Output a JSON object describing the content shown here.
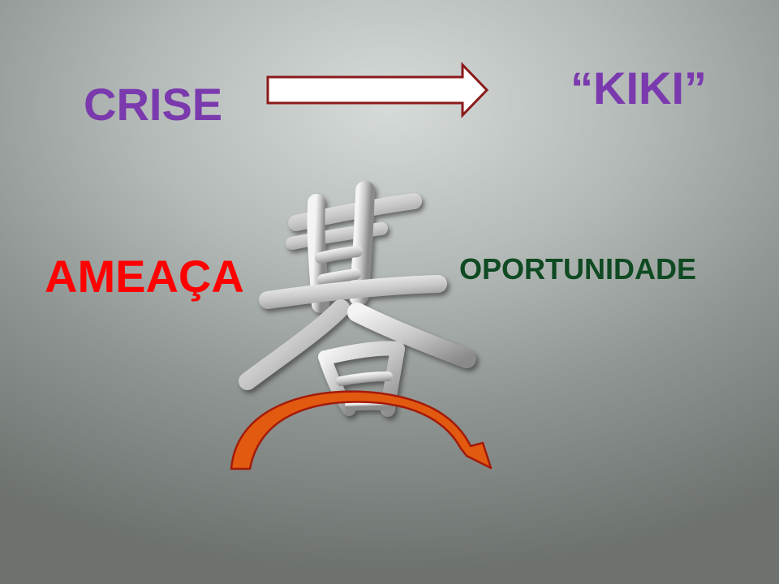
{
  "diagram": {
    "crise": "CRISE",
    "kiki": "“KIKI”",
    "ameaca": "AMEAÇA",
    "oportunidade": "OPORTUNIDADE"
  },
  "colors": {
    "purple": "#7a3aae",
    "red": "#ff0000",
    "dark_green": "#0f4a22",
    "arrow_outline": "#8b1a1a",
    "arrow_fill": "#ffffff",
    "curve_fill": "#e25a10",
    "curve_outline": "#a31a0a"
  },
  "icons": {
    "glyph": "kanji-character-icon"
  }
}
